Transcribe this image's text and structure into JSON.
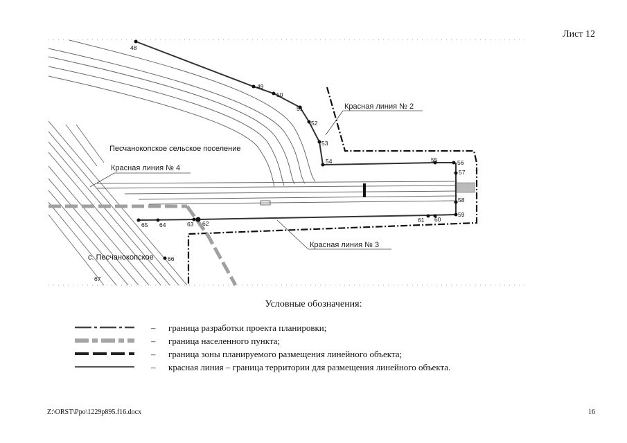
{
  "sheet": {
    "label": "Лист 12"
  },
  "map": {
    "settlement_label": "Песчанокопское сельское поселение",
    "village_label": "с. Песчанокопское",
    "red_lines": [
      "Красная линия № 2",
      "Красная линия № 4",
      "Красная линия № 3"
    ],
    "points": [
      "48",
      "49",
      "50",
      "51",
      "52",
      "53",
      "54",
      "55",
      "56",
      "57",
      "58",
      "59",
      "60",
      "61",
      "62",
      "63",
      "64",
      "65",
      "66",
      "67"
    ]
  },
  "legend": {
    "title": "Условные обозначения:",
    "items": [
      {
        "dash": "–",
        "text": "граница разработки проекта планировки;"
      },
      {
        "dash": "–",
        "text": "граница населенного пункта;"
      },
      {
        "dash": "–",
        "text": "граница зоны планируемого размещения линейного объекта;"
      },
      {
        "dash": "–",
        "text": "красная линия – граница территории для размещения линейного объекта."
      }
    ]
  },
  "footer": {
    "path": "Z:\\ORST\\Ppo\\1229p895.f16.docx",
    "page": "16"
  },
  "colors": {
    "ink": "#111111",
    "gray": "#9a9a9a",
    "road": "#8a8a8a"
  }
}
